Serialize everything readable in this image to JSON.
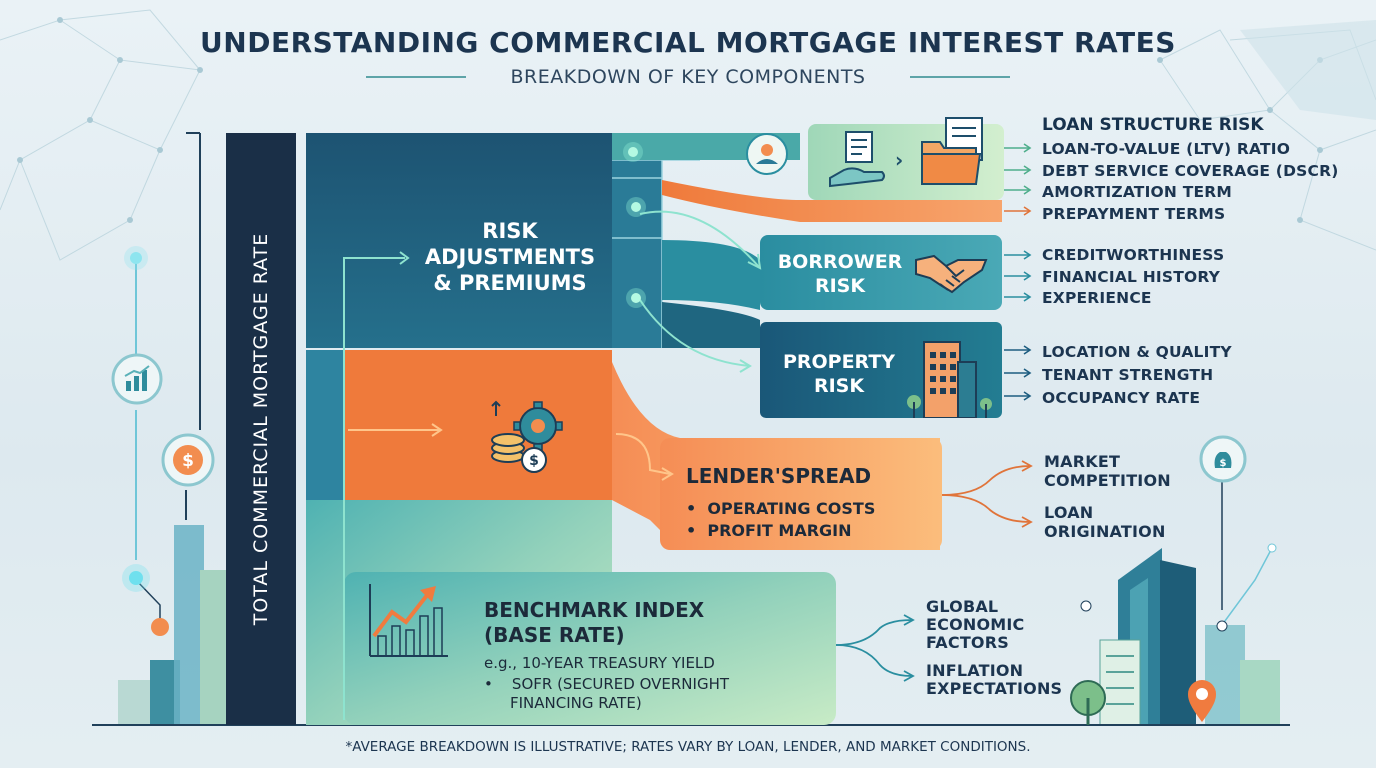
{
  "header": {
    "title": "UNDERSTANDING COMMERCIAL MORTGAGE INTEREST RATES",
    "subtitle": "BREAKDOWN OF KEY COMPONENTS"
  },
  "total_rate_label": "TOTAL COMMERCIAL MORTGAGE RATE",
  "risk_block": {
    "title_lines": [
      "RISK",
      "ADJUSTMENTS",
      "& PREMIUMS"
    ]
  },
  "loan_structure": {
    "title": "LOAN STRUCTURE RISK",
    "items": [
      "LOAN-TO-VALUE (LTV) RATIO",
      "DEBT SERVICE COVERAGE (DSCR)",
      "AMORTIZATION TERM",
      "PREPAYMENT TERMS"
    ]
  },
  "borrower": {
    "title_lines": [
      "BORROWER",
      "RISK"
    ],
    "items": [
      "CREDITWORTHINESS",
      "FINANCIAL HISTORY",
      "EXPERIENCE"
    ]
  },
  "property": {
    "title_lines": [
      "PROPERTY",
      "RISK"
    ],
    "items": [
      "LOCATION & QUALITY",
      "TENANT STRENGTH",
      "OCCUPANCY RATE"
    ]
  },
  "lender_spread": {
    "title": "LENDER'SPREAD",
    "items": [
      "OPERATING COSTS",
      "PROFIT MARGIN"
    ],
    "factors": [
      [
        "MARKET",
        "COMPETITION"
      ],
      [
        "LOAN",
        "ORIGINATION"
      ]
    ]
  },
  "benchmark": {
    "title_lines": [
      "BENCHMARK INDEX",
      "(BASE RATE)"
    ],
    "example": "e.g., 10-YEAR TREASURY YIELD",
    "bullet_lines": [
      "SOFR (SECURED OVERNIGHT",
      "FINANCING RATE)"
    ],
    "factors": [
      [
        "GLOBAL",
        "ECONOMIC",
        "FACTORS"
      ],
      [
        "INFLATION",
        "EXPECTATIONS"
      ]
    ]
  },
  "footnote": "*AVERAGE BREAKDOWN IS ILLUSTRATIVE; RATES VARY BY LOAN, LENDER, AND MARKET CONDITIONS.",
  "colors": {
    "navy": "#1a2f47",
    "teal": "#2f8c9c",
    "orange": "#f28d4f",
    "green": "#b7e0b7",
    "accent": "#e0743a"
  },
  "icons": [
    "bar-chart-icon",
    "dollar-coin-icon",
    "user-icon",
    "document-hand-icon",
    "folder-icon",
    "handshake-icon",
    "building-icon",
    "coins-gear-icon",
    "trend-chart-icon",
    "money-bag-icon",
    "location-pin-icon",
    "tree-icon"
  ]
}
